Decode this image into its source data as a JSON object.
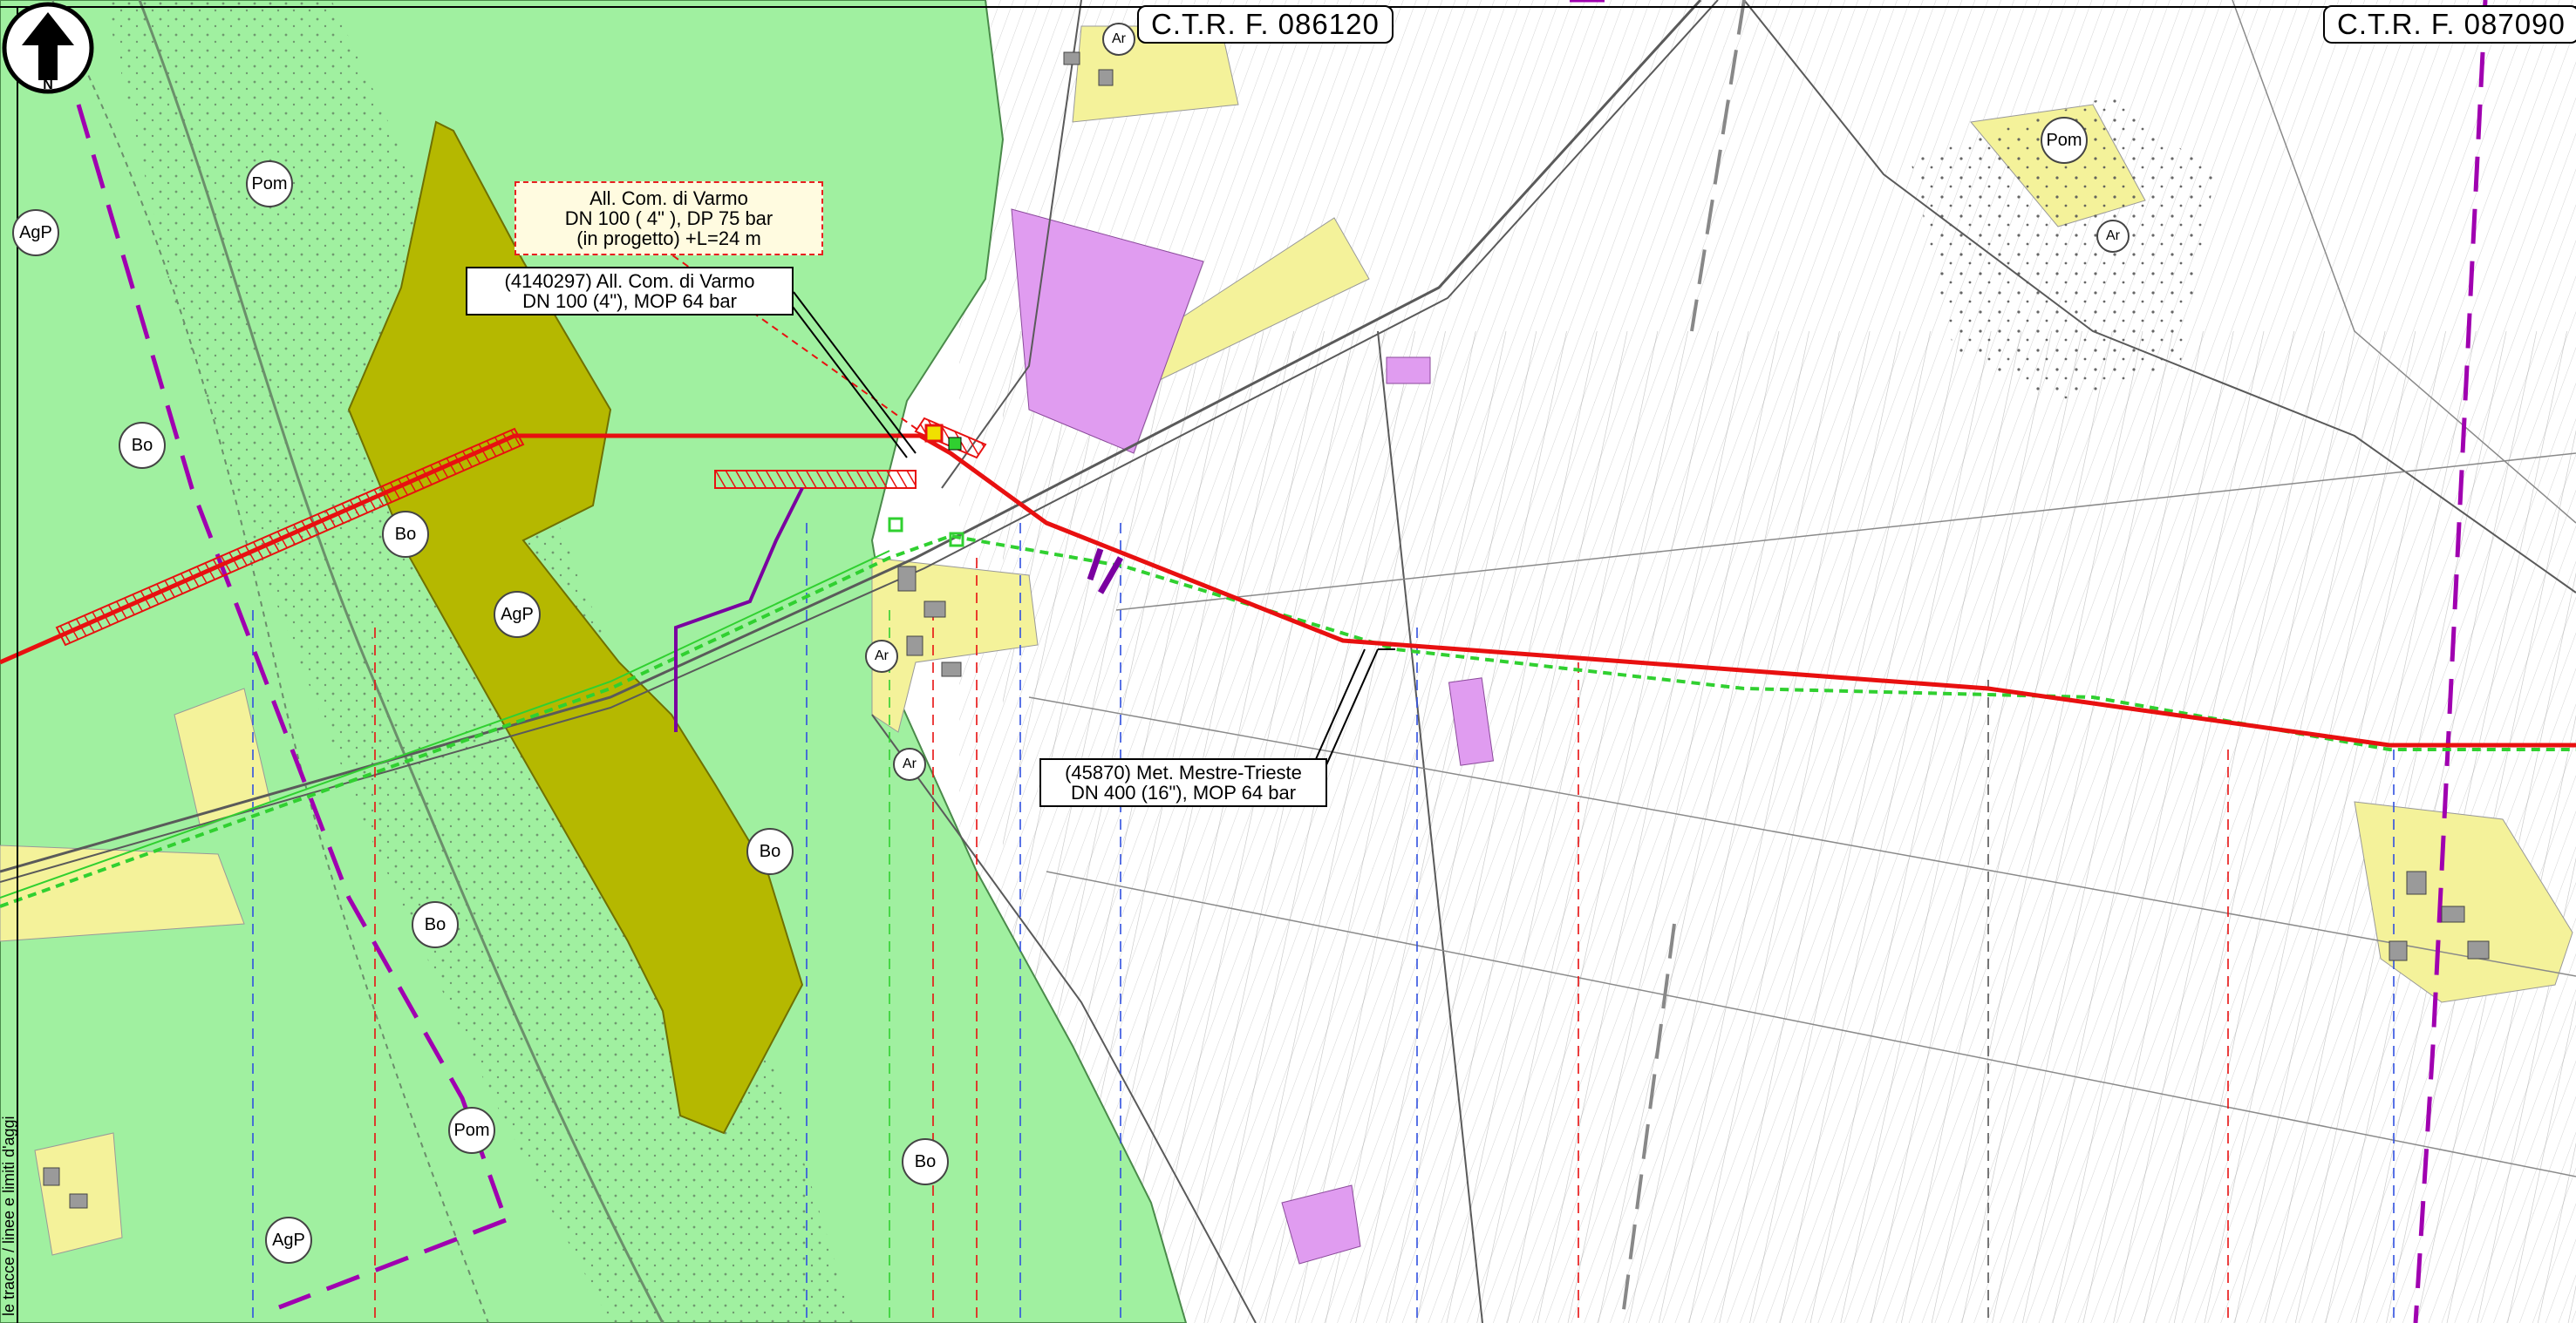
{
  "sheets": {
    "left": "C.T.R.  F.  086120",
    "right": "C.T.R.  F.  087090"
  },
  "north_arrow": {
    "label": "N"
  },
  "callouts": {
    "project_branch": {
      "line1": "All. Com. di Varmo",
      "line2": "DN 100 ( 4\" ), DP 75 bar",
      "line3": "(in progetto) +L=24 m"
    },
    "existing_branch": {
      "line1": "(4140297) All. Com. di Varmo",
      "line2": "DN 100 (4\"), MOP 64 bar"
    },
    "main_line": {
      "line1": "(45870) Met. Mestre-Trieste",
      "line2": "DN 400 (16\"), MOP 64 bar"
    }
  },
  "zone_labels": {
    "agp_1": "AgP",
    "pom_1": "Pom",
    "bo_1": "Bo",
    "bo_2": "Bo",
    "agp_2": "AgP",
    "ar_1": "Ar",
    "ar_2": "Ar",
    "ar_top": "Ar",
    "bo_3": "Bo",
    "bo_4": "Bo",
    "pom_2": "Pom",
    "bo_5": "Bo",
    "agp_3": "AgP",
    "pom_3": "Pom",
    "ar_3": "Ar"
  },
  "side_note": "le tracce / linee e limiti d'aggi",
  "colors": {
    "forest_green": "#a0f0a0",
    "olive_zone": "#b5b800",
    "yellow_zone": "#f4f29a",
    "purple_zone": "#e09cf0",
    "pipeline_red": "#e81010",
    "pipeline_green_dashed": "#30d030",
    "boundary_purple": "#a000b0"
  }
}
